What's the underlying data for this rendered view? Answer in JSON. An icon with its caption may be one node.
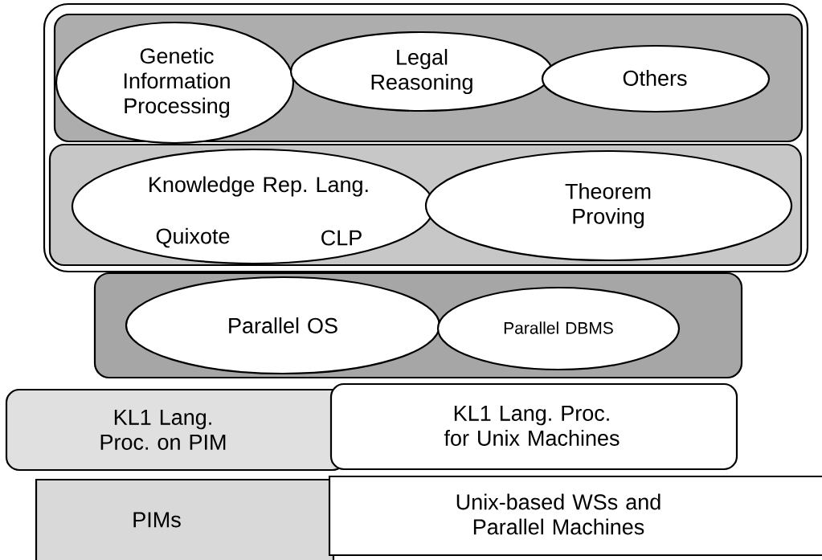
{
  "diagram": {
    "nodes": [
      {
        "text": [],
        "shape": "box"
      },
      {
        "text": [],
        "shape": "box",
        "in": 0
      },
      {
        "text": [
          "Genetic Information Processing"
        ],
        "in": 1
      },
      {
        "text": [
          "Legal Reasoning"
        ],
        "in": 1
      },
      {
        "text": [
          "Others"
        ],
        "in": 1
      },
      {
        "text": [],
        "shape": "box",
        "in": 0
      },
      {
        "text": [
          "Knowledge Rep. Lang.",
          "Quixote",
          "CLP"
        ],
        "in": 5
      },
      {
        "text": [
          "Theorem Proving"
        ],
        "in": 5
      },
      {
        "text": [],
        "shape": "box"
      },
      {
        "text": [
          "Parallel OS"
        ],
        "in": 8
      },
      {
        "text": [
          "Parallel DBMS"
        ],
        "in": 8
      },
      {
        "text": [
          "KL1 Lang. Proc. on PIM"
        ]
      },
      {
        "text": [
          "KL1 Lang. Proc. for Unix Machines"
        ]
      },
      {
        "text": [
          "PIMs"
        ]
      },
      {
        "text": [
          "Unix-based WSs and Parallel Machines"
        ]
      }
    ]
  }
}
